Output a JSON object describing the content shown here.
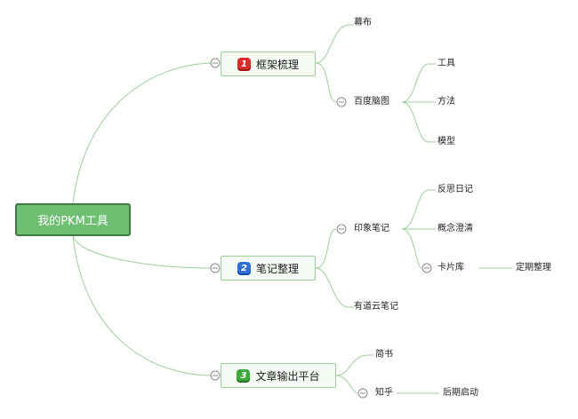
{
  "root": {
    "label": "我的PKM工具"
  },
  "branches": [
    {
      "num": "1",
      "label": "框架梳理",
      "color": "#d92b2b"
    },
    {
      "num": "2",
      "label": "笔记整理",
      "color": "#2f6fd6"
    },
    {
      "num": "3",
      "label": "文章输出平台",
      "color": "#3ea83a"
    }
  ],
  "topics": {
    "mubu": "幕布",
    "baidu": "百度脑图",
    "tools": "工具",
    "method": "方法",
    "model": "模型",
    "yinxiang": "印象笔记",
    "fansi": "反思日记",
    "gainian": "概念澄清",
    "kapian": "卡片库",
    "dingqi": "定期整理",
    "youdao": "有道云笔记",
    "jianshu": "简书",
    "zhihu": "知乎",
    "houqi": "后期启动"
  },
  "colors": {
    "line": "#9dcf9a",
    "root_fill": "#6fbf73",
    "root_border": "#3f7a43"
  }
}
